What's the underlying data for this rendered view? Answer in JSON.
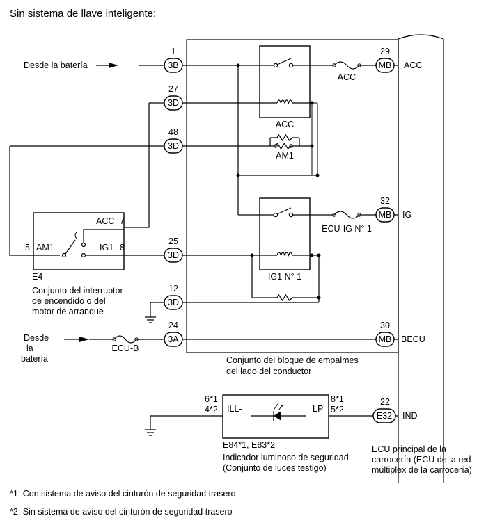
{
  "title": "Sin sistema de llave inteligente:",
  "connectors": {
    "c3b": "3B",
    "c3d": "3D",
    "c3a": "3A",
    "mb": "MB",
    "e32": "E32"
  },
  "pins": {
    "p1": "1",
    "p27": "27",
    "p48": "48",
    "p25": "25",
    "p12": "12",
    "p24": "24",
    "p29": "29",
    "p32": "32",
    "p30": "30",
    "p22": "22"
  },
  "labels": {
    "from_battery": "Desde la batería",
    "acc": "ACC",
    "am1": "AM1",
    "ig": "IG",
    "ecu_ig": "ECU-IG N° 1",
    "ig1_no1": "IG1 N° 1",
    "becu": "BECU",
    "ecu_b": "ECU-B",
    "desde": "Desde",
    "la": "la",
    "bateria": "batería",
    "jb_line1": "Conjunto del bloque de empalmes",
    "jb_line2": "del lado del conductor",
    "ind": "IND"
  },
  "switch": {
    "acc": "ACC",
    "pin7": "7",
    "am1": "AM1",
    "pin5": "5",
    "ig1": "IG1",
    "pin8": "8",
    "code": "E4",
    "name1": "Conjunto del interruptor",
    "name2": "de encendido o del",
    "name3": "motor de arranque"
  },
  "indicator": {
    "ill": "ILL-",
    "lp": "LP",
    "left1": "6*1",
    "left2": "4*2",
    "right1": "8*1",
    "right2": "5*2",
    "code": "E84*1, E83*2",
    "name": "Indicador luminoso de seguridad",
    "subname": "(Conjunto de luces testigo)"
  },
  "ecu": {
    "line1": "ECU principal de la",
    "line2": "carrocería (ECU de la red",
    "line3": "múltiplex de la carrocería)"
  },
  "footnotes": [
    "*1: Con sistema de aviso del cinturón de seguridad trasero",
    "*2: Sin sistema de aviso del cinturón de seguridad trasero"
  ]
}
